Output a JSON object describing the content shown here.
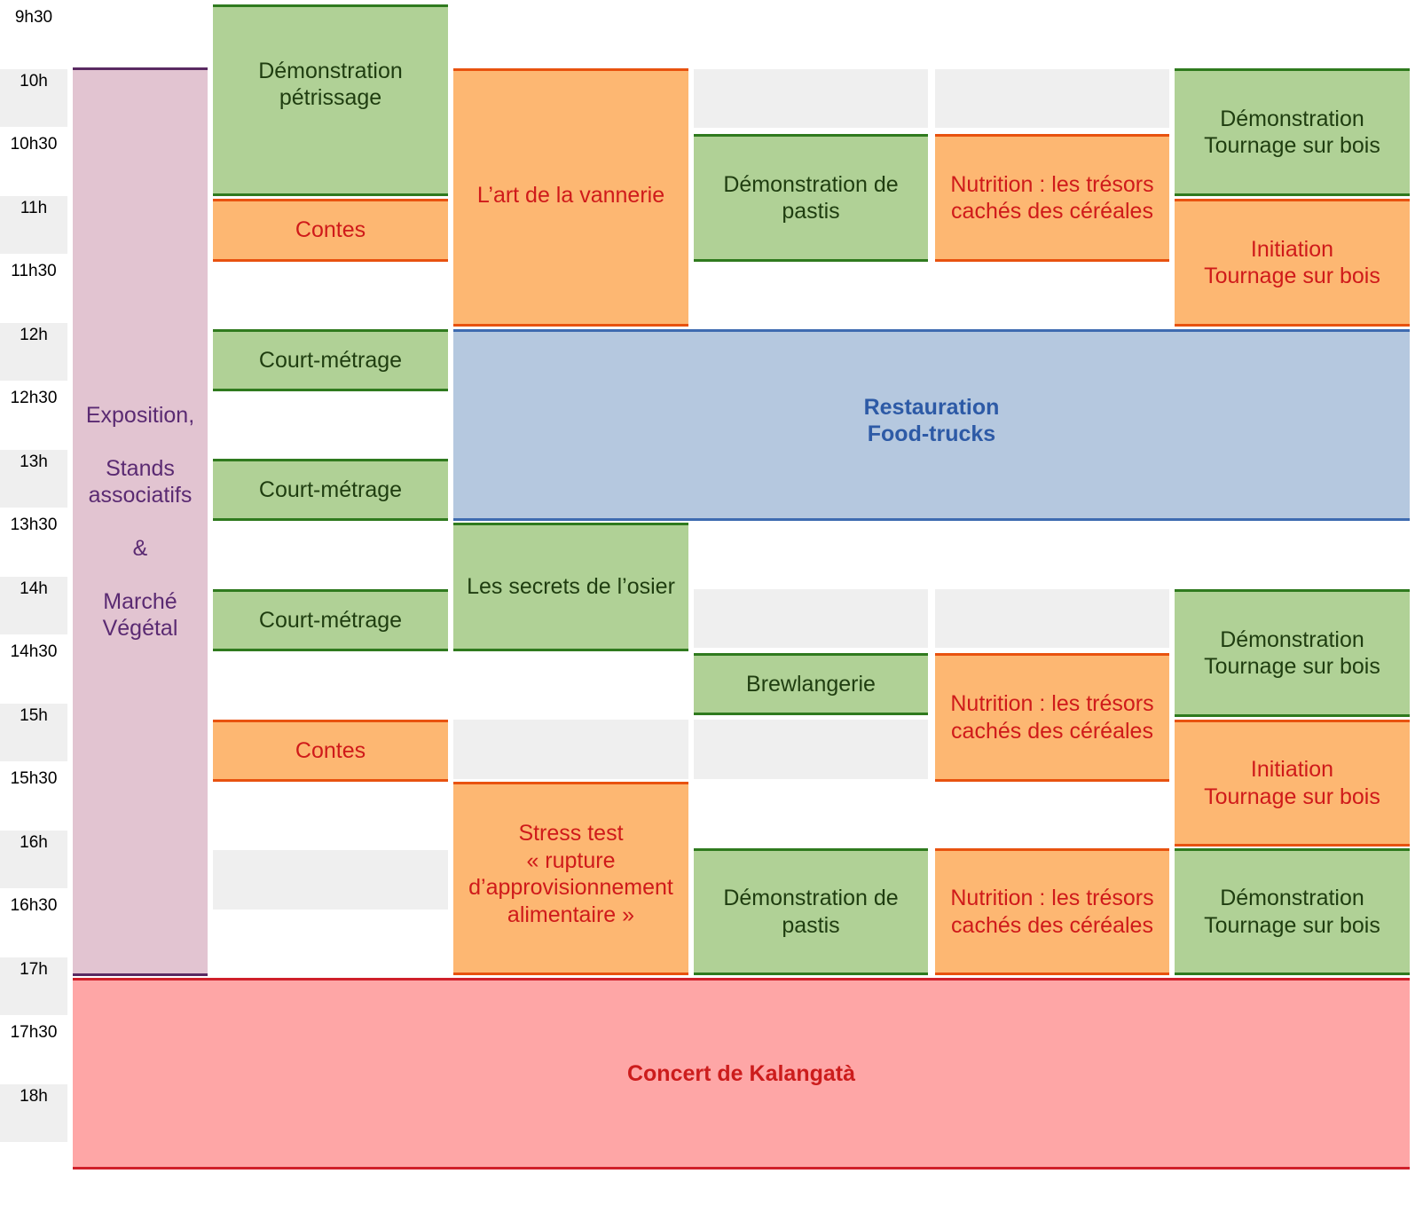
{
  "time_labels": [
    "9h30",
    "10h",
    "10h30",
    "11h",
    "11h30",
    "12h",
    "12h30",
    "13h",
    "13h30",
    "14h",
    "14h30",
    "15h",
    "15h30",
    "16h",
    "16h30",
    "17h",
    "17h30",
    "18h"
  ],
  "events": {
    "exposition": "Exposition,\n\nStands\nassociatifs\n\n&\n\nMarché\nVégétal",
    "demo_petrissage": "Démonstration\npétrissage",
    "contes_1": "Contes",
    "court_metrage_1": "Court-métrage",
    "court_metrage_2": "Court-métrage",
    "court_metrage_3": "Court-métrage",
    "contes_2": "Contes",
    "art_vannerie": "L’art de la vannerie",
    "secrets_osier": "Les secrets de l’osier",
    "stress_test": "Stress test\n« rupture\nd’approvisionnement\nalimentaire »",
    "demo_pastis_1": "Démonstration de\npastis",
    "brewlangerie": "Brewlangerie",
    "demo_pastis_2": "Démonstration de\npastis",
    "nutrition_1": "Nutrition : les trésors\ncachés des céréales",
    "nutrition_2": "Nutrition : les trésors\ncachés des céréales",
    "nutrition_3": "Nutrition : les trésors\ncachés des céréales",
    "demo_tournage_1": "Démonstration\nTournage sur bois",
    "initiation_tournage_1": "Initiation\nTournage sur bois",
    "demo_tournage_2": "Démonstration\nTournage sur bois",
    "initiation_tournage_2": "Initiation\nTournage sur bois",
    "demo_tournage_3": "Démonstration\nTournage sur bois",
    "restauration": "Restauration\nFood-trucks",
    "concert": "Concert de Kalangatà"
  },
  "colors": {
    "demonstration": "#b0d196",
    "atelier": "#fdb772",
    "exposition": "#e2c4d1",
    "restauration": "#b5c8df",
    "concert": "#fea6a6",
    "empty_slot": "#efefef"
  }
}
